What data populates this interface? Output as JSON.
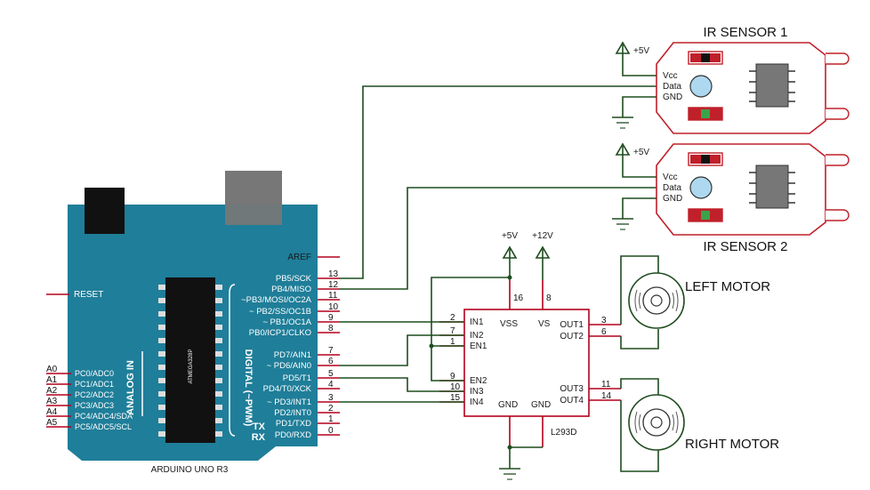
{
  "arduino": {
    "board_label": "ARDUINO UNO R3",
    "chip_label": "ATMEGA328P",
    "analog_title": "ANALOG IN",
    "digital_title": "DIGITAL (~PWM)",
    "aref": "AREF",
    "reset": "RESET",
    "tx": "TX",
    "rx": "RX",
    "left_pins": [
      {
        "num": "A0",
        "name": "PC0/ADC0"
      },
      {
        "num": "A1",
        "name": "PC1/ADC1"
      },
      {
        "num": "A2",
        "name": "PC2/ADC2"
      },
      {
        "num": "A3",
        "name": "PC3/ADC3"
      },
      {
        "num": "A4",
        "name": "PC4/ADC4/SDA"
      },
      {
        "num": "A5",
        "name": "PC5/ADC5/SCL"
      }
    ],
    "right_pins": [
      {
        "num": "13",
        "name": "PB5/SCK"
      },
      {
        "num": "12",
        "name": "PB4/MISO"
      },
      {
        "num": "11",
        "name": "~PB3/MOSI/OC2A"
      },
      {
        "num": "10",
        "name": "~ PB2/SS/OC1B"
      },
      {
        "num": "9",
        "name": "~ PB1/OC1A"
      },
      {
        "num": "8",
        "name": "PB0/ICP1/CLKO"
      },
      {
        "num": "7",
        "name": "PD7/AIN1"
      },
      {
        "num": "6",
        "name": "~ PD6/AIN0"
      },
      {
        "num": "5",
        "name": "PD5/T1"
      },
      {
        "num": "4",
        "name": "PD4/T0/XCK"
      },
      {
        "num": "3",
        "name": "~ PD3/INT1"
      },
      {
        "num": "2",
        "name": "PD2/INT0"
      },
      {
        "num": "1",
        "name": "PD1/TXD"
      },
      {
        "num": "0",
        "name": "PD0/RXD"
      }
    ]
  },
  "driver": {
    "part": "L293D",
    "left_pins": [
      {
        "num": "2",
        "name": "IN1"
      },
      {
        "num": "7",
        "name": "IN2"
      },
      {
        "num": "1",
        "name": "EN1"
      },
      {
        "num": "9",
        "name": "EN2"
      },
      {
        "num": "10",
        "name": "IN3"
      },
      {
        "num": "15",
        "name": "IN4"
      }
    ],
    "right_pins": [
      {
        "num": "3",
        "name": "OUT1"
      },
      {
        "num": "6",
        "name": "OUT2"
      },
      {
        "num": "11",
        "name": "OUT3"
      },
      {
        "num": "14",
        "name": "OUT4"
      }
    ],
    "vss": "VSS",
    "vss_pin": "16",
    "vs": "VS",
    "vs_pin": "8",
    "gnd1": "GND",
    "gnd2": "GND"
  },
  "power": {
    "v5": "+5V",
    "v12": "+12V"
  },
  "sensors": [
    {
      "title": "IR SENSOR 1",
      "supply": "+5V",
      "vcc": "Vcc",
      "data": "Data",
      "gnd": "GND"
    },
    {
      "title": "IR SENSOR 2",
      "supply": "+5V",
      "vcc": "Vcc",
      "data": "Data",
      "gnd": "GND"
    }
  ],
  "motors": {
    "left": "LEFT MOTOR",
    "right": "RIGHT MOTOR"
  },
  "colors": {
    "board": "#1f7e99",
    "chip": "#111111",
    "wire": "#1f4d1f",
    "pin": "#b3001b",
    "sensor_outline": "#c0202a"
  }
}
